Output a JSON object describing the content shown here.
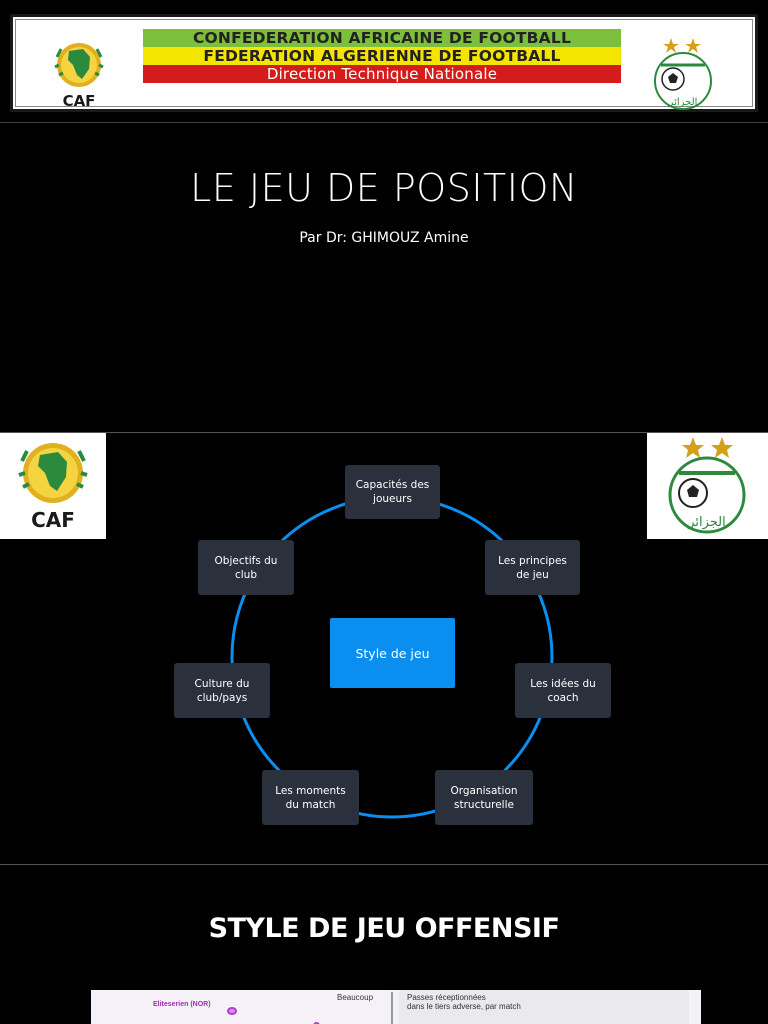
{
  "slide1": {
    "banner": {
      "line1": "CONFEDERATION AFRICAINE DE FOOTBALL",
      "line2": "FEDERATION ALGERIENNE DE FOOTBALL",
      "line3": "Direction Technique Nationale",
      "caf_logo_text": "CAF",
      "faf_logo_text": "الجزائر"
    },
    "title": "LE JEU DE POSITION",
    "subtitle": "Par Dr: GHIMOUZ Amine"
  },
  "slide2": {
    "caf_logo_text": "CAF",
    "faf_logo_text": "الجزائر",
    "center": "Style de jeu",
    "nodes": {
      "capacites": "Capacités des joueurs",
      "principes": "Les principes de jeu",
      "idees": "Les idées du coach",
      "organisation": "Organisation structurelle",
      "moments": "Les moments du match",
      "culture": "Culture du club/pays",
      "objectifs": "Objectifs du club"
    },
    "colors": {
      "ring": "#0a8ff0",
      "node_bg": "#2a313c",
      "center_bg": "#0a8ff0"
    }
  },
  "slide3": {
    "title": "STYLE DE JEU OFFENSIF",
    "chart_peek": {
      "point_label": "Eliteserien (NOR)",
      "axis_top_label": "Beaucoup",
      "metric_label_1": "Passes réceptionnées",
      "metric_label_2": "dans le tiers adverse, par match"
    }
  }
}
